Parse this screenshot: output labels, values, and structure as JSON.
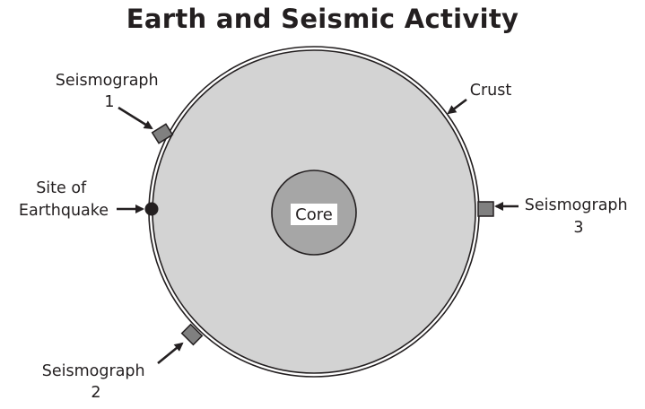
{
  "title": "Earth and Seismic Activity",
  "labels": {
    "seismograph1_line1": "Seismograph",
    "seismograph1_line2": "1",
    "seismograph2_line1": "Seismograph",
    "seismograph2_line2": "2",
    "seismograph3_line1": "Seismograph",
    "seismograph3_line2": "3",
    "crust": "Crust",
    "earthquake_line1": "Site of",
    "earthquake_line2": "Earthquake",
    "core": "Core"
  },
  "colors": {
    "mantle": "#d3d3d3",
    "core": "#a6a6a6",
    "seismograph": "#808080",
    "outline": "#231f20",
    "text": "#231f20"
  }
}
